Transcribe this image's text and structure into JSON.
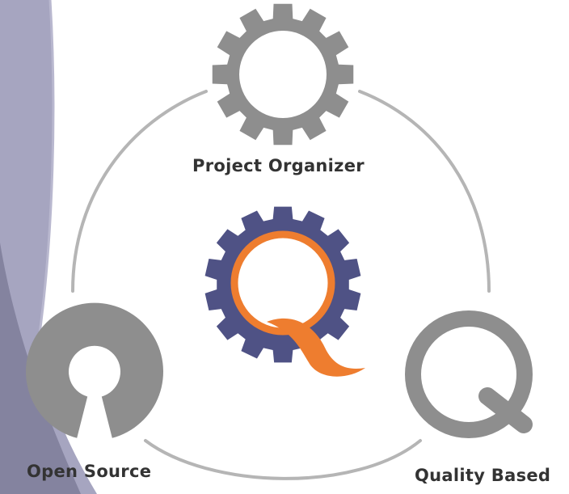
{
  "diagram": {
    "nodes": [
      {
        "label": "Project Organizer",
        "icon": "gear-icon"
      },
      {
        "label": "Open Source",
        "icon": "open-source-icon"
      },
      {
        "label": "Quality Based",
        "icon": "q-icon"
      }
    ],
    "center": {
      "icon": "gear-q-logo"
    }
  },
  "colors": {
    "background": "#ffffff",
    "side_panel": "#a6a5c0",
    "side_panel_dark": "#84839f",
    "side_panel_edge": "#b9b8cf",
    "icons": "#8e8e8e",
    "ring": "#b5b5b5",
    "logo_gear": "#4f5285",
    "logo_accent": "#ee7d2f",
    "text": "#333333"
  }
}
